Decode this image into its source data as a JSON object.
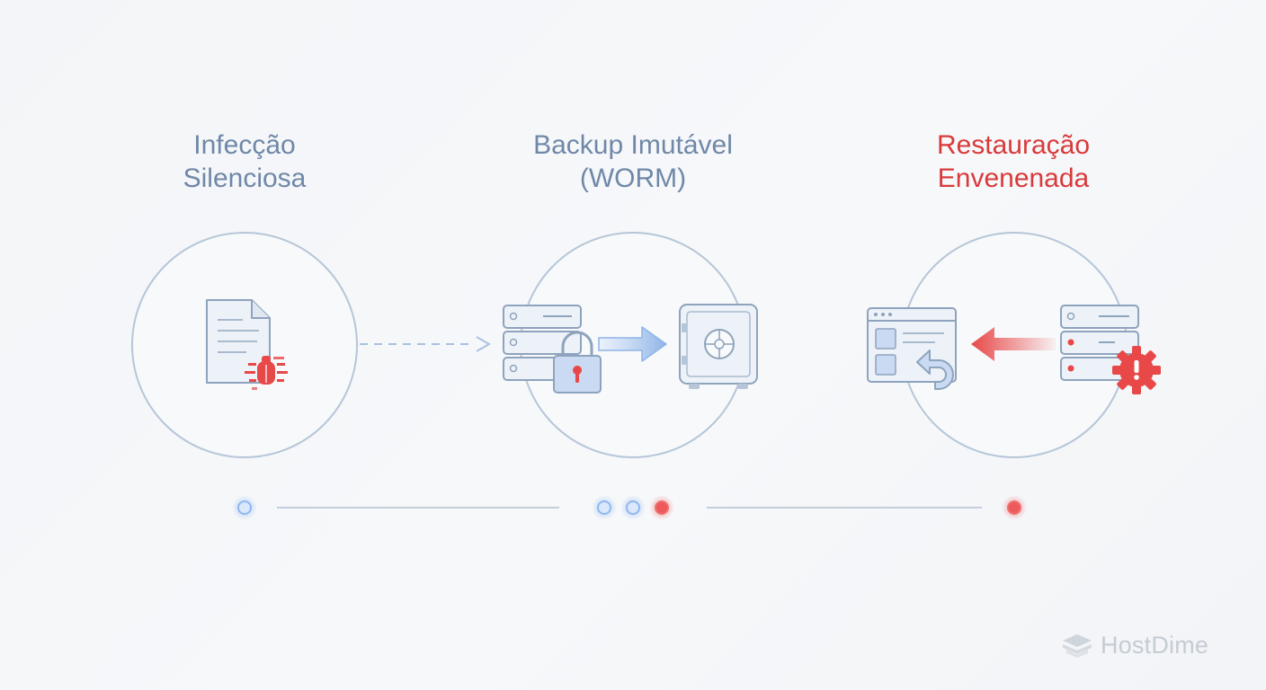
{
  "colors": {
    "blue_text": "#6f88a8",
    "red_text": "#d93a3a",
    "circle_stroke": "#b6c6d8",
    "icon_stroke": "#8ea3bd",
    "icon_fill": "#e8eef6",
    "accent_blue": "#8fb4e8",
    "accent_red": "#e84848",
    "timeline": "#c3cfdc",
    "brand": "#c6ccd4"
  },
  "stages": [
    {
      "title_line1": "Infecção",
      "title_line2": "Silenciosa",
      "color": "#6f88a8",
      "icons": [
        "document-icon",
        "bug-icon"
      ]
    },
    {
      "title_line1": "Backup Imutável",
      "title_line2": "(WORM)",
      "color": "#6f88a8",
      "icons": [
        "server-icon",
        "padlock-icon",
        "arrow-right-icon",
        "vault-icon"
      ]
    },
    {
      "title_line1": "Restauração",
      "title_line2": "Envenenada",
      "color": "#d93a3a",
      "icons": [
        "browser-window-icon",
        "undo-arrow-icon",
        "arrow-left-icon",
        "server-icon",
        "warning-gear-icon"
      ]
    }
  ],
  "timeline": {
    "dots": [
      "blue",
      "blue",
      "blue",
      "red",
      "red"
    ]
  },
  "brand": {
    "name": "HostDime",
    "icon": "hostdime-logo-icon"
  }
}
